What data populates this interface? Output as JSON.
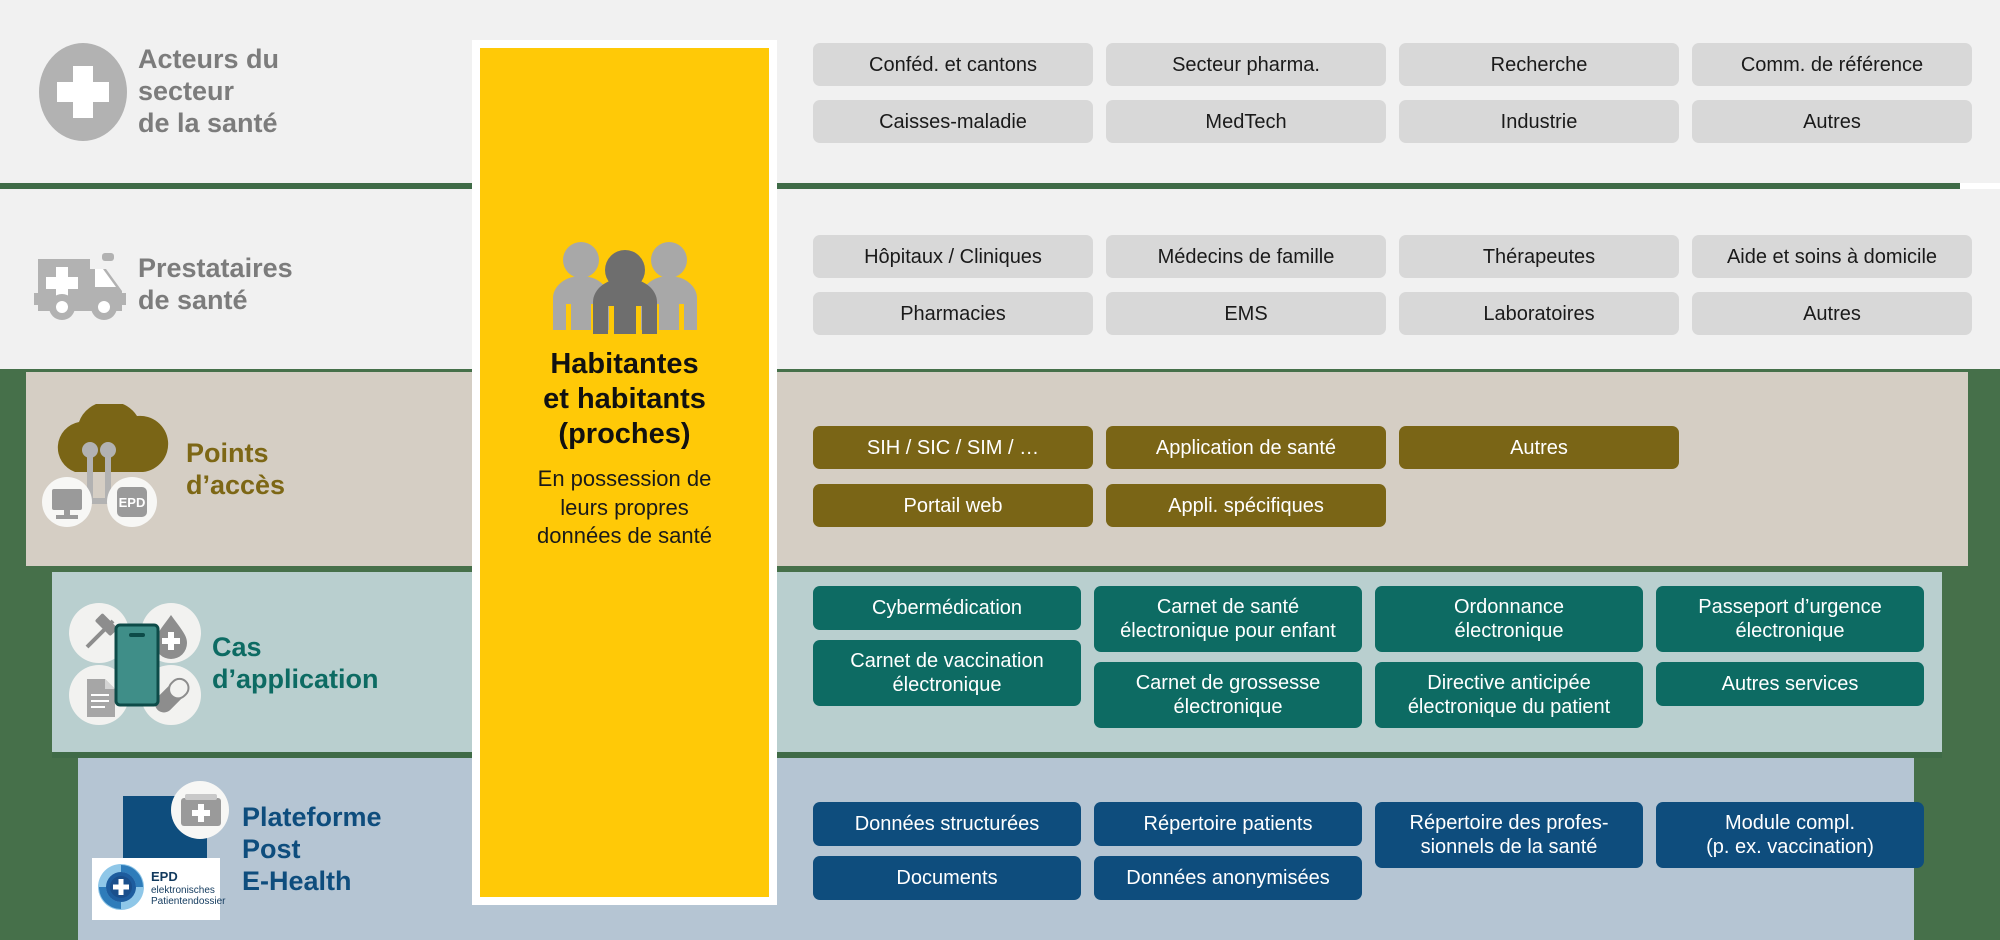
{
  "rows": [
    {
      "id": "acteurs",
      "label": "Acteurs du\nsecteur\nde la santé",
      "icon": "medical-cross-circle-icon",
      "chips_line1": [
        "Conféd. et cantons",
        "Secteur pharma.",
        "Recherche",
        "Comm. de référence"
      ],
      "chips_line2": [
        "Caisses-maladie",
        "MedTech",
        "Industrie",
        "Autres"
      ]
    },
    {
      "id": "prestataires",
      "label": "Prestataires\nde santé",
      "icon": "ambulance-icon",
      "chips_line1": [
        "Hôpitaux / Cliniques",
        "Médecins de famille",
        "Thérapeutes",
        "Aide et soins à domicile"
      ],
      "chips_line2": [
        "Pharmacies",
        "EMS",
        "Laboratoires",
        "Autres"
      ]
    },
    {
      "id": "points-acces",
      "label": "Points\nd’accès",
      "icon": "cloud-access-icon",
      "chips_line1": [
        "SIH / SIC / SIM / …",
        "Application de santé",
        "Autres"
      ],
      "chips_line2": [
        "Portail web",
        "Appli. spécifiques"
      ]
    },
    {
      "id": "cas-application",
      "label": "Cas\nd’application",
      "icon": "health-app-icons",
      "chips_line1": [
        "Cybermédication",
        "Carnet de santé\nélectronique pour enfant",
        "Ordonnance\nélectronique",
        "Passeport d’urgence\nélectronique"
      ],
      "chips_line2": [
        "Carnet de vaccination\nélectronique",
        "Carnet de grossesse\nélectronique",
        "Directive anticipée\nélectronique du patient",
        "Autres services"
      ]
    },
    {
      "id": "plateforme",
      "label": "Plateforme\nPost\nE-Health",
      "icon": "monitor-record-icon",
      "chips_line1": [
        "Données structurées",
        "Répertoire patients",
        "Répertoire des profes-\nsionnels de la santé",
        "Module compl.\n(p. ex. vaccination)"
      ],
      "chips_line2": [
        "Documents",
        "Données anonymisées"
      ]
    }
  ],
  "center": {
    "icon": "people-group-icon",
    "title": "Habitantes\net habitants\n(proches)",
    "subtitle": "En possession de\nleurs propres\ndonnées de santé"
  },
  "epd_badge": {
    "icon": "epd-logo-icon",
    "abbr": "EPD",
    "line1": "elektronisches",
    "line2": "Patientendossier"
  },
  "colors": {
    "yellow": "#ffc907",
    "green": "#46704a",
    "beige": "#d5cec4",
    "teal_band": "#b9cfcf",
    "blue_band": "#b5c5d3",
    "chip_grey": "#d8d8d8",
    "chip_olive": "#7a6516",
    "chip_teal": "#0d6b63",
    "chip_blue": "#0e4d7d",
    "light_bg": "#f1f1f1"
  }
}
